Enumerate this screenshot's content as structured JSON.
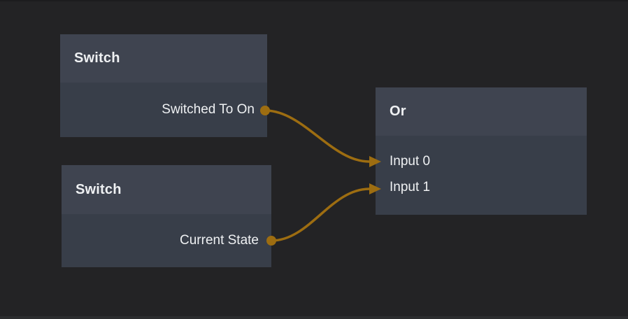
{
  "canvas": {
    "background_color": "#232325",
    "node_header_color": "#3f4450",
    "node_body_color": "#383e49",
    "wire_color": "#9d6d11",
    "text_color": "#eff1f3"
  },
  "nodes": [
    {
      "id": "switch-1",
      "title": "Switch",
      "outputs": [
        {
          "label": "Switched To On"
        }
      ],
      "inputs": []
    },
    {
      "id": "switch-2",
      "title": "Switch",
      "outputs": [
        {
          "label": "Current State"
        }
      ],
      "inputs": []
    },
    {
      "id": "or-1",
      "title": "Or",
      "outputs": [],
      "inputs": [
        {
          "label": "Input 0"
        },
        {
          "label": "Input 1"
        }
      ]
    }
  ],
  "connections": [
    {
      "from_node": "Switch",
      "from_port": "Switched To On",
      "to_node": "Or",
      "to_port": "Input 0"
    },
    {
      "from_node": "Switch",
      "from_port": "Current State",
      "to_node": "Or",
      "to_port": "Input 1"
    }
  ]
}
